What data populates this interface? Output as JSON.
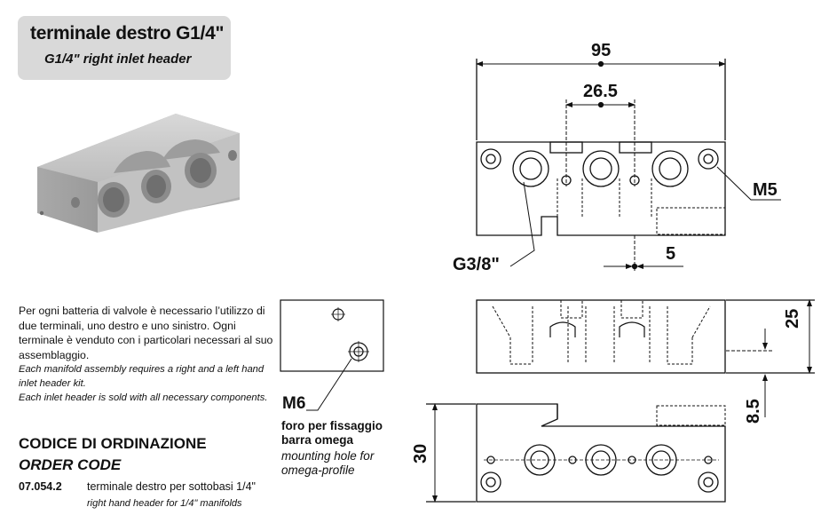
{
  "header": {
    "title_it": "terminale destro G1/4\"",
    "title_en": "G1/4\" right inlet header"
  },
  "description": {
    "it": "Per ogni batteria di valvole è necessario l’utilizzo di due terminali, uno destro e uno sinistro. Ogni terminale è venduto con i particolari necessari al suo assemblaggio.",
    "en_1": "Each manifold assembly requires a right and a left hand inlet header kit.",
    "en_2": "Each inlet header is sold with all necessary components."
  },
  "order": {
    "title_it": "CODICE DI ORDINAZIONE",
    "title_en": "ORDER CODE",
    "code": "07.054.2",
    "desc_it": "terminale destro per sottobasi 1/4\"",
    "desc_en": "right hand header for 1/4\" manifolds"
  },
  "mount_hole": {
    "label": "M6",
    "desc_it": "foro per fissaggio barra omega",
    "desc_en": "mounting hole for omega-profile"
  },
  "dimensions": {
    "width": "95",
    "pitch": "26.5",
    "offset": "5",
    "thread_side": "M5",
    "thread_port": "G3/8\"",
    "height": "25",
    "base": "8.5",
    "depth": "30"
  }
}
